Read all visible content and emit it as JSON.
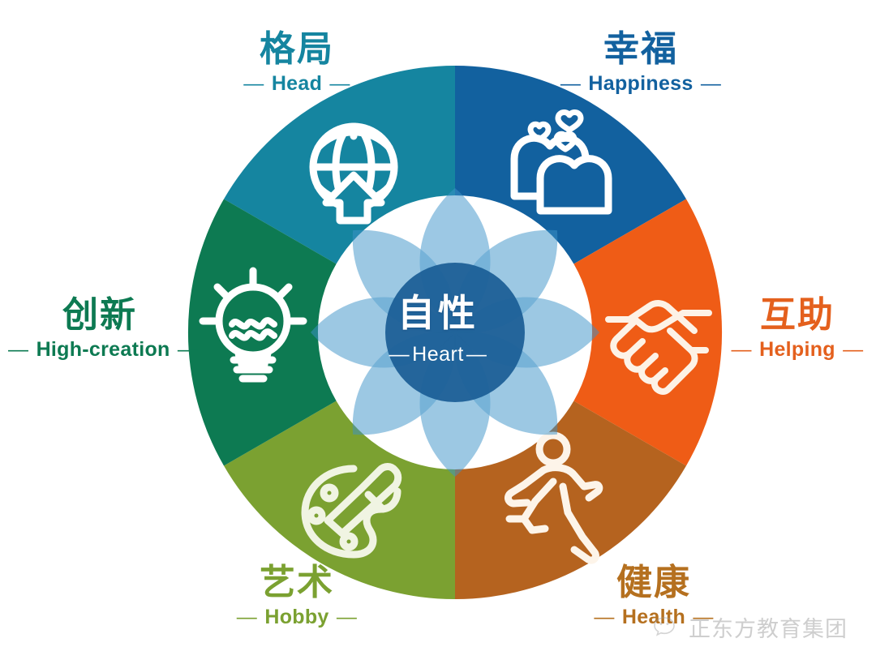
{
  "diagram": {
    "title_center": {
      "cn": "自性",
      "en": "Heart",
      "dash": "—"
    },
    "segments": [
      {
        "id": "head",
        "cn": "格局",
        "en": "Head",
        "dash": "—",
        "color": "#1585A0",
        "icon": "globe-arrow-icon",
        "text_color": "#1585A0",
        "angle_center_deg": -60
      },
      {
        "id": "happiness",
        "cn": "幸福",
        "en": "Happiness",
        "dash": "—",
        "color": "#12619F",
        "icon": "two-hearts-icon",
        "text_color": "#12619F",
        "angle_center_deg": 0
      },
      {
        "id": "helping",
        "cn": "互助",
        "en": "Helping",
        "dash": "—",
        "color": "#EF5C16",
        "icon": "handshake-icon",
        "text_color": "#E4601D",
        "angle_center_deg": 60
      },
      {
        "id": "health",
        "cn": "健康",
        "en": "Health",
        "dash": "—",
        "color": "#B5631F",
        "icon": "running-person-icon",
        "text_color": "#B5701F",
        "angle_center_deg": 120
      },
      {
        "id": "hobby",
        "cn": "艺术",
        "en": "Hobby",
        "dash": "—",
        "color": "#7BA131",
        "icon": "palette-brush-icon",
        "text_color": "#7BA131",
        "angle_center_deg": 180
      },
      {
        "id": "high-creation",
        "cn": "创新",
        "en": "High-creation",
        "dash": "—",
        "color": "#0D7A52",
        "icon": "lightbulb-icon",
        "text_color": "#0D7A52",
        "angle_center_deg": 240
      }
    ],
    "center_petals": {
      "petal_color_light": "#A9CDE6",
      "petal_color_mid": "#5AA2D0",
      "petal_color_deep": "#1B5E96",
      "core_color": "#1B5E96",
      "petal_count": 8
    },
    "background": "#FFFFFF"
  },
  "watermark": {
    "text": "正东方教育集团",
    "icon": "wechat-icon"
  }
}
